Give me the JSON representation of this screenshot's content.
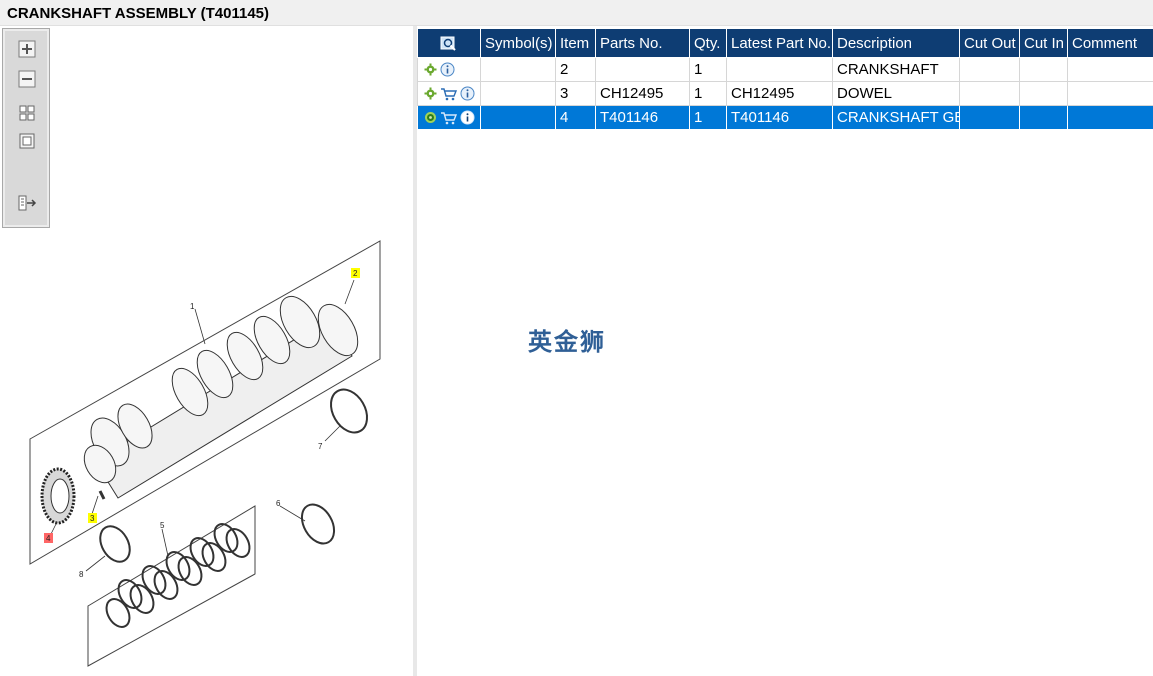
{
  "window": {
    "title": "CRANKSHAFT ASSEMBLY (T401145)"
  },
  "toolbar": {
    "buttons": [
      "zoom-in",
      "zoom-out",
      "fit-all",
      "fit-window",
      "export"
    ]
  },
  "diagram": {
    "callouts": [
      "1",
      "2",
      "3",
      "4",
      "5",
      "6",
      "7",
      "8"
    ]
  },
  "table": {
    "columns": [
      "",
      "Symbol(s)",
      "Item",
      "Parts No.",
      "Qty.",
      "Latest Part No.",
      "Description",
      "Cut Out",
      "Cut In",
      "Comment"
    ],
    "rows": [
      {
        "icons": [
          "gear-icon",
          "info-icon"
        ],
        "symbols": "",
        "item": "2",
        "parts_no": "",
        "qty": "1",
        "latest_part_no": "",
        "description": "CRANKSHAFT",
        "cut_out": "",
        "cut_in": "",
        "comment": ""
      },
      {
        "icons": [
          "gear-icon",
          "cart-icon",
          "info-icon"
        ],
        "symbols": "",
        "item": "3",
        "parts_no": "CH12495",
        "qty": "1",
        "latest_part_no": "CH12495",
        "description": "DOWEL",
        "cut_out": "",
        "cut_in": "",
        "comment": ""
      },
      {
        "icons": [
          "gear-icon",
          "cart-icon",
          "info-icon"
        ],
        "symbols": "",
        "item": "4",
        "parts_no": "T401146",
        "qty": "1",
        "latest_part_no": "T401146",
        "description": "CRANKSHAFT GEA",
        "cut_out": "",
        "cut_in": "",
        "comment": "",
        "selected": true
      }
    ]
  },
  "watermark": "英金狮",
  "colors": {
    "header_bg": "#0e3d73",
    "selected_row": "#0078d7",
    "highlight_callout": "#ffff00",
    "selected_callout": "#ff6666"
  }
}
